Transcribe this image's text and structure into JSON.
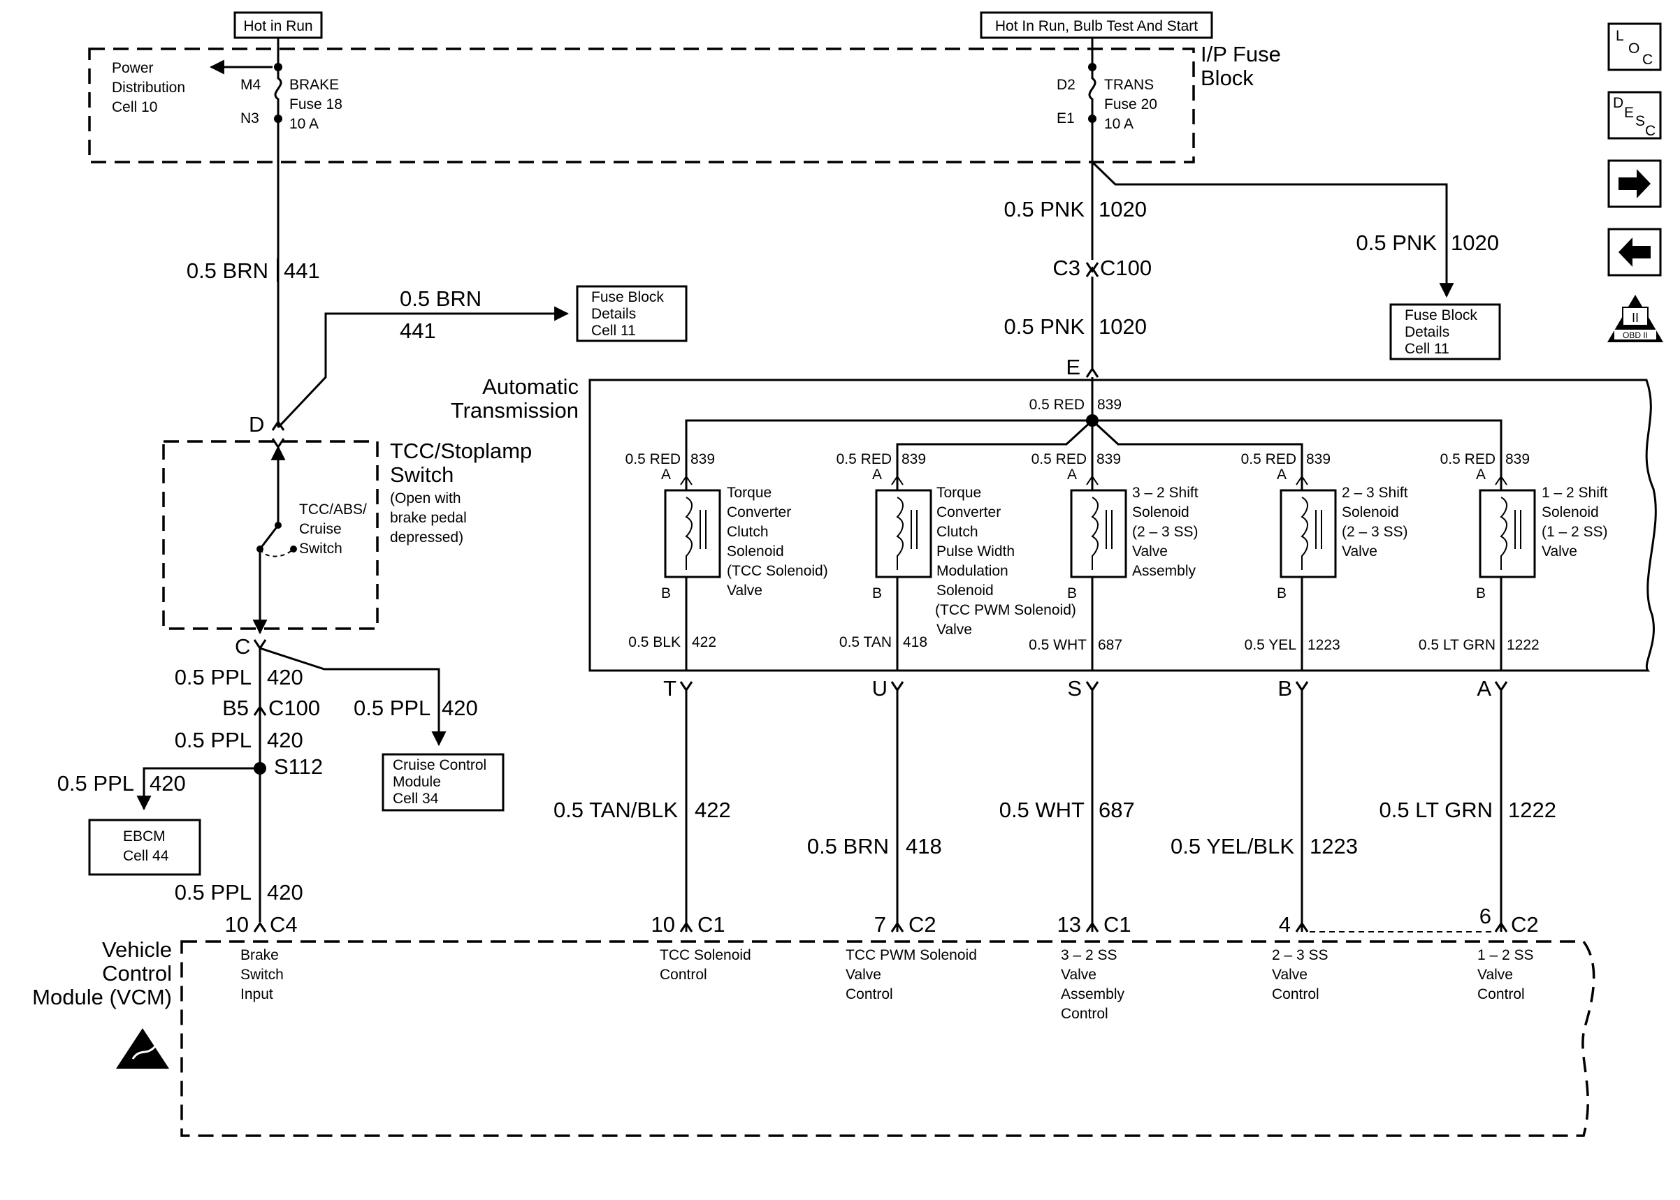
{
  "headers": {
    "hot_in_run": "Hot in Run",
    "hot_in_run_bulb": "Hot In Run, Bulb Test And Start"
  },
  "fuse_block": {
    "title_1": "I/P Fuse",
    "title_2": "Block",
    "power_dist": [
      "Power",
      "Distribution",
      "Cell 10"
    ],
    "brake_fuse": {
      "pin_top": "M4",
      "pin_bottom": "N3",
      "lines": [
        "BRAKE",
        "Fuse 18",
        "10 A"
      ]
    },
    "trans_fuse": {
      "pin_top": "D2",
      "pin_bottom": "E1",
      "lines": [
        "TRANS",
        "Fuse 20",
        "10 A"
      ]
    }
  },
  "wires": {
    "brn_441": {
      "spec": "0.5 BRN",
      "circuit": "441"
    },
    "pnk_1020": {
      "spec": "0.5 PNK",
      "circuit": "1020"
    },
    "c3": "C3",
    "c100": "C100",
    "ppl_420": {
      "spec": "0.5 PPL",
      "circuit": "420"
    },
    "b5": "B5",
    "s112": "S112",
    "red_839": {
      "spec": "0.5 RED",
      "circuit": "839"
    },
    "bottom": [
      {
        "spec": "0.5 TAN/BLK",
        "circuit": "422"
      },
      {
        "spec": "0.5 BRN",
        "circuit": "418"
      },
      {
        "spec": "0.5 WHT",
        "circuit": "687"
      },
      {
        "spec": "0.5 YEL/BLK",
        "circuit": "1223"
      },
      {
        "spec": "0.5 LT GRN",
        "circuit": "1222"
      }
    ]
  },
  "refs": {
    "fuse_details_left": [
      "Fuse Block",
      "Details",
      "Cell 11"
    ],
    "fuse_details_right": [
      "Fuse Block",
      "Details",
      "Cell 11"
    ],
    "cruise": [
      "Cruise Control",
      "Module",
      "Cell 34"
    ],
    "ebcm": [
      "EBCM",
      "Cell 44"
    ]
  },
  "switch": {
    "pin_d": "D",
    "pin_c": "C",
    "title_1": "TCC/Stoplamp",
    "title_2": "Switch",
    "note": [
      "(Open with",
      "brake pedal",
      "depressed)"
    ],
    "contact": [
      "TCC/ABS/",
      "Cruise",
      "Switch"
    ]
  },
  "transmission": {
    "title_1": "Automatic",
    "title_2": "Transmission",
    "pin_e": "E",
    "solenoids": [
      {
        "label": [
          "Torque",
          "Converter",
          "Clutch",
          "Solenoid",
          "(TCC Solenoid)",
          "Valve"
        ],
        "out_spec": "0.5 BLK",
        "out_circuit": "422",
        "pin": "T"
      },
      {
        "label": [
          "Torque",
          "Converter",
          "Clutch",
          "Pulse Width",
          "Modulation",
          "Solenoid",
          "(TCC PWM Solenoid)",
          "Valve"
        ],
        "out_spec": "0.5 TAN",
        "out_circuit": "418",
        "pin": "U"
      },
      {
        "label": [
          "3 – 2 Shift",
          "Solenoid",
          "(2 – 3 SS)",
          "Valve",
          "Assembly"
        ],
        "out_spec": "0.5 WHT",
        "out_circuit": "687",
        "pin": "S"
      },
      {
        "label": [
          "2 – 3 Shift",
          "Solenoid",
          "(2 – 3 SS)",
          "Valve"
        ],
        "out_spec": "0.5 YEL",
        "out_circuit": "1223",
        "pin": "B"
      },
      {
        "label": [
          "1 – 2 Shift",
          "Solenoid",
          "(1 – 2 SS)",
          "Valve"
        ],
        "out_spec": "0.5 LT GRN",
        "out_circuit": "1222",
        "pin": "A"
      }
    ],
    "pin_a": "A",
    "pin_b": "B"
  },
  "vcm": {
    "title": [
      "Vehicle",
      "Control",
      "Module (VCM)"
    ],
    "inputs": [
      {
        "pin": "10",
        "conn": "C4",
        "label": [
          "Brake",
          "Switch",
          "Input"
        ]
      },
      {
        "pin": "10",
        "conn": "C1",
        "label": [
          "TCC Solenoid",
          "Control"
        ]
      },
      {
        "pin": "7",
        "conn": "C2",
        "label": [
          "TCC PWM Solenoid",
          "Valve",
          "Control"
        ]
      },
      {
        "pin": "13",
        "conn": "C1",
        "label": [
          "3 – 2 SS",
          "Valve",
          "Assembly",
          "Control"
        ]
      },
      {
        "pin": "4",
        "conn": "",
        "label": [
          "2 – 3 SS",
          "Valve",
          "Control"
        ]
      },
      {
        "pin": "6",
        "conn": "C2",
        "label": [
          "1 – 2 SS",
          "Valve",
          "Control"
        ]
      }
    ]
  },
  "nav": {
    "loc": [
      "L",
      "O",
      "C"
    ],
    "desc": [
      "D",
      "E",
      "S",
      "C"
    ],
    "obd_roman": "II",
    "obd_text": "OBD II"
  },
  "icons": {
    "esd": "esd-warning-icon",
    "next": "arrow-right-icon",
    "prev": "arrow-left-icon",
    "obd": "obd-ii-icon"
  }
}
